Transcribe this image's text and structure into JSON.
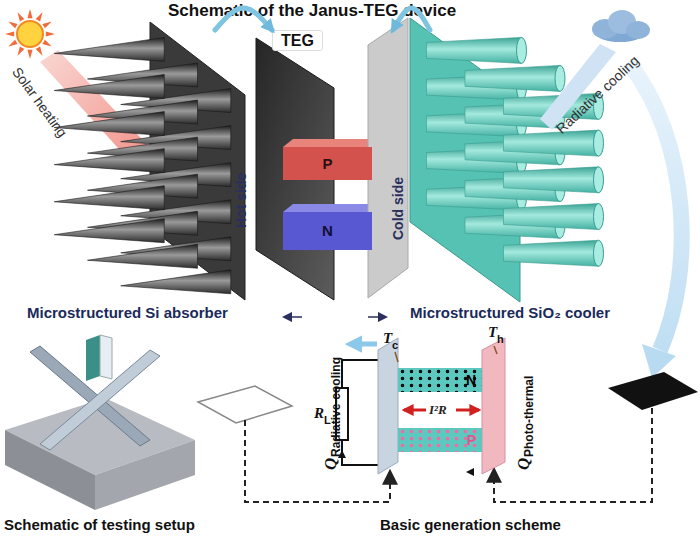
{
  "diagram": {
    "title": "Schematic of the Janus-TEG device",
    "nodes": [
      {
        "text": [
          "Microstructured Si absorber"
        ]
      },
      {
        "text": [
          "TEG"
        ]
      },
      {
        "text": [
          "P"
        ],
        "in": 1
      },
      {
        "text": [
          "N"
        ],
        "in": 1
      },
      {
        "text": [
          "Microstructured SiO₂ cooler"
        ]
      },
      {
        "text": [
          "N"
        ]
      },
      {
        "text": [
          "P"
        ]
      }
    ],
    "edges": [
      {
        "from": 0,
        "to": 1,
        "arrow": "to"
      },
      {
        "from": 4,
        "to": 1,
        "arrow": "to"
      }
    ],
    "labels": [
      "Solar heating",
      "Radiative cooling",
      "Hot side",
      "Cold side",
      "Schematic of testing setup",
      "Basic generation scheme",
      "Q",
      "Radiative-cooling",
      "Q",
      "Photo-thermal",
      "T",
      "c",
      "T",
      "h",
      "I²R",
      "R",
      "L"
    ]
  }
}
